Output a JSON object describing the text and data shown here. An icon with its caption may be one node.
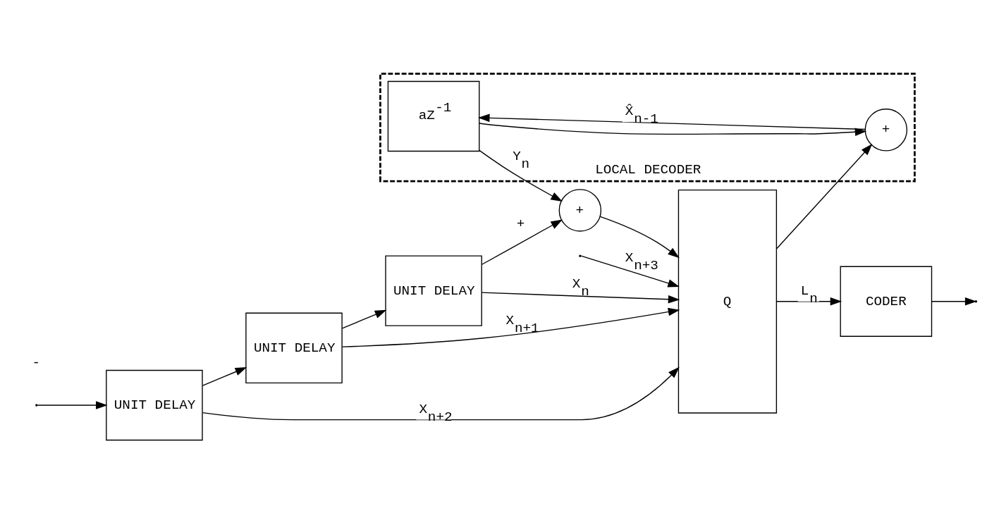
{
  "diagram": {
    "nodes": [
      {
        "text": [
          "UNIT DELAY"
        ]
      },
      {
        "text": [
          "UNIT DELAY"
        ]
      },
      {
        "text": [
          "UNIT DELAY"
        ]
      },
      {
        "text": [
          "+"
        ]
      },
      {
        "text": [
          "Q"
        ]
      },
      {
        "text": [
          "CODER"
        ]
      },
      {
        "text": [
          "LOCAL DECODER"
        ]
      },
      {
        "text": [
          "aZ$^{-1}$"
        ],
        "in": 6
      },
      {
        "text": [
          "+"
        ],
        "in": 6
      }
    ],
    "edges": [
      {
        "from": null,
        "to": 0,
        "arrow": "to"
      },
      {
        "from": null,
        "to": 4,
        "arrow": "to",
        "label": "X$_{n+3}$"
      },
      {
        "from": 0,
        "to": 1,
        "arrow": "to"
      },
      {
        "from": 0,
        "to": 4,
        "arrow": "to",
        "label": "X$_{n+2}$"
      },
      {
        "from": 1,
        "to": 2,
        "arrow": "to"
      },
      {
        "from": 1,
        "to": 4,
        "arrow": "to",
        "label": "X$_{n+1}$"
      },
      {
        "from": 2,
        "to": 3,
        "arrow": "to",
        "label": "+"
      },
      {
        "from": 2,
        "to": 4,
        "arrow": "to",
        "label": "X$_{n}$"
      },
      {
        "from": 3,
        "to": 4,
        "arrow": "to"
      },
      {
        "from": 4,
        "to": 5,
        "arrow": "to",
        "label": "L$_{n}$"
      },
      {
        "from": 4,
        "to": 8,
        "arrow": "to"
      },
      {
        "from": 5,
        "to": null,
        "arrow": "to"
      },
      {
        "from": 8,
        "to": 7,
        "arrow": "to",
        "label": "X̂$_{n-1}$"
      },
      {
        "from": 7,
        "to": 3,
        "arrow": "to",
        "label": "Y$_{n}$"
      },
      {
        "from": 7,
        "to": 8,
        "arrow": "to"
      }
    ],
    "labels": [
      "-"
    ]
  }
}
